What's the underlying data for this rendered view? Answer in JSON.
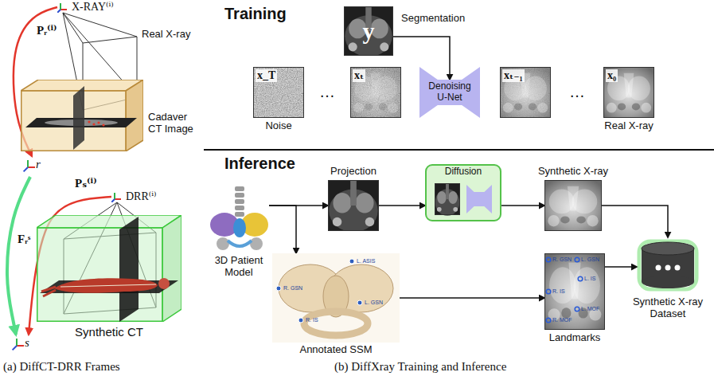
{
  "diagram": {
    "nodes": [
      {
        "text": [
          "X-RAY⁽ⁱ⁾"
        ]
      },
      {
        "text": [
          "Cadaver CT Image"
        ]
      },
      {
        "text": [
          "r"
        ]
      },
      {
        "text": [
          "DRR⁽ⁱ⁾"
        ]
      },
      {
        "text": [
          "Synthetic CT"
        ]
      },
      {
        "text": [
          "s"
        ]
      },
      {
        "text": [
          "x_T",
          "Noise"
        ]
      },
      {
        "text": [
          "Segmentation",
          "y"
        ]
      },
      {
        "text": [
          "xₜ"
        ]
      },
      {
        "text": [
          "Denoising U-Net"
        ]
      },
      {
        "text": [
          "xₜ₋₁"
        ]
      },
      {
        "text": [
          "x₀",
          "Real X-ray"
        ]
      },
      {
        "text": [
          "3D Patient Model"
        ]
      },
      {
        "text": [
          "Projection"
        ]
      },
      {
        "text": [
          "Diffusion"
        ]
      },
      {
        "text": [
          "Synthetic X-ray"
        ]
      },
      {
        "text": [
          "Annotated SSM"
        ]
      },
      {
        "text": [
          "Landmarks"
        ]
      },
      {
        "text": [
          "Synthetic X-ray Dataset"
        ]
      }
    ],
    "edges": [
      {
        "from": 0,
        "to": 2,
        "label": "Pᵣ⁽ⁱ⁾",
        "arrow": "to"
      },
      {
        "from": 2,
        "to": 5,
        "label": "Fᵣˢ",
        "arrow": "to"
      },
      {
        "from": 3,
        "to": 5,
        "label": "Pₛ⁽ⁱ⁾",
        "arrow": "to"
      },
      {
        "from": 7,
        "to": 9,
        "arrow": "to"
      },
      {
        "from": 12,
        "to": 13,
        "arrow": "to"
      },
      {
        "from": 12,
        "to": 16,
        "arrow": "to"
      },
      {
        "from": 13,
        "to": 14,
        "arrow": "to"
      },
      {
        "from": 14,
        "to": 15,
        "arrow": "to"
      },
      {
        "from": 15,
        "to": 18,
        "arrow": "to"
      },
      {
        "from": 16,
        "to": 17,
        "arrow": "to"
      },
      {
        "from": 17,
        "to": 18,
        "arrow": "to"
      }
    ],
    "labels": [
      "Real X-ray",
      "(a) DiffCT-DRR Frames",
      "Training",
      "…",
      "…",
      "Inference",
      "L. ASIS",
      "R. GSN",
      "R. IS",
      "L. GSN",
      "R. GSN",
      "L. GSN",
      "L. IS",
      "R. IS",
      "L. MOF",
      "R. MOF",
      "(b) DiffXray Training and Inference"
    ]
  }
}
